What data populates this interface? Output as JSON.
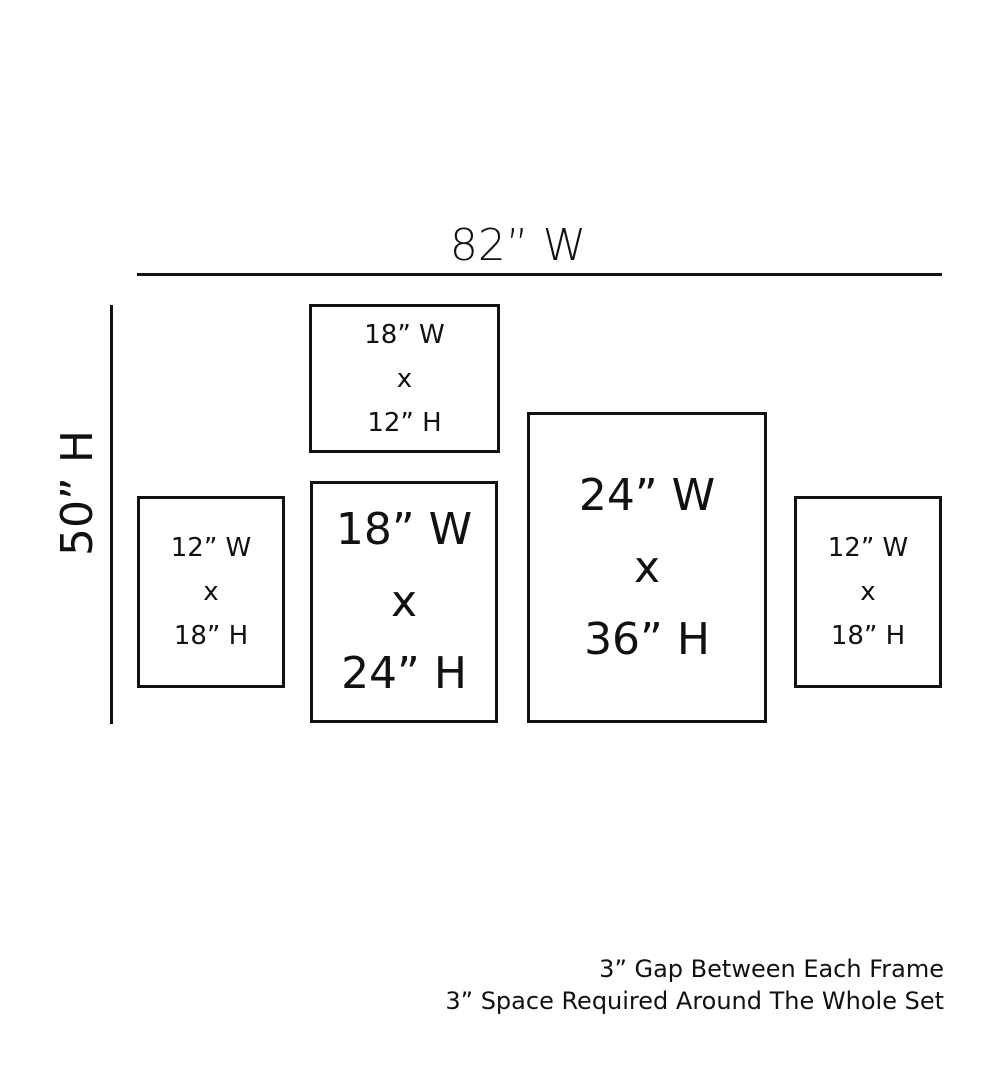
{
  "overall": {
    "width_label": "82” W",
    "height_label": "50” H"
  },
  "frames": [
    {
      "id": "top-left",
      "lines": [
        "18” W",
        "x",
        "12” H"
      ]
    },
    {
      "id": "far-left",
      "lines": [
        "12” W",
        "x",
        "18” H"
      ]
    },
    {
      "id": "center-left",
      "lines": [
        "18” W",
        "x",
        "24” H"
      ]
    },
    {
      "id": "center-large",
      "lines": [
        "24” W",
        "x",
        "36” H"
      ]
    },
    {
      "id": "far-right",
      "lines": [
        "12” W",
        "x",
        "18” H"
      ]
    }
  ],
  "notes": [
    "3” Gap Between Each Frame",
    "3” Space Required Around The Whole Set"
  ]
}
